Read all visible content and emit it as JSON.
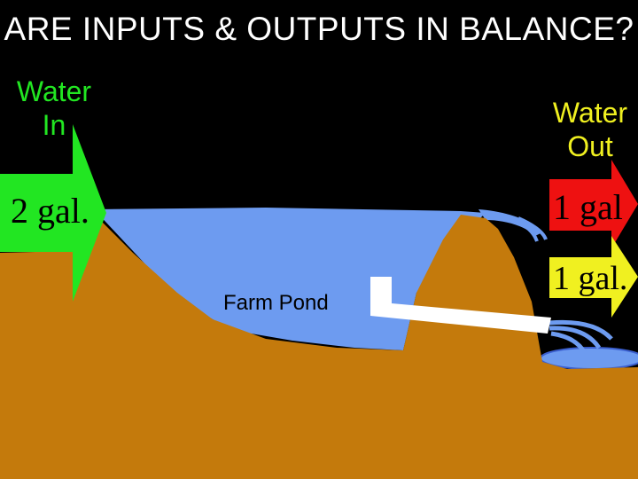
{
  "title": "ARE INPUTS & OUTPUTS IN BALANCE?",
  "inputs": {
    "label_line1": "Water",
    "label_line2": "In",
    "amount": "2 gal."
  },
  "outputs": {
    "label_line1": "Water",
    "label_line2": "Out",
    "amount_top": "1 gal",
    "amount_bottom": "1 gal."
  },
  "pond_label": "Farm Pond",
  "colors": {
    "background": "#000000",
    "soil": "#c47a0c",
    "water": "#6d9bf0",
    "water_outline": "#3b5fcf",
    "arrow_in": "#22e622",
    "arrow_out_top": "#ee1111",
    "arrow_out_bottom": "#f0f020",
    "label_in": "#22e622",
    "label_out": "#f0f020",
    "pipe": "#ffffff"
  }
}
